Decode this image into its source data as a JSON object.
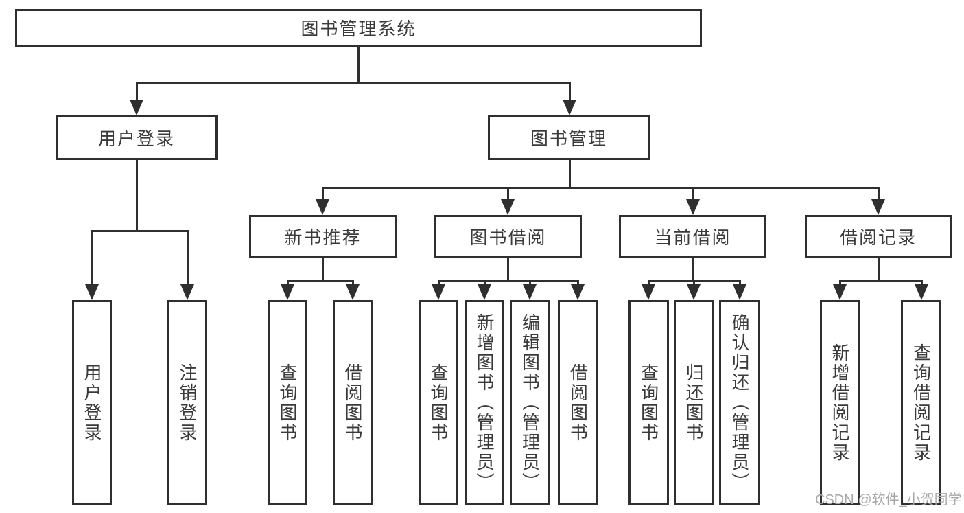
{
  "colors": {
    "line": "#2f2f2f",
    "border": "#2f2f2f",
    "text": "#3a3a3a",
    "watermark": "#a8a8a8",
    "background": "#ffffff"
  },
  "watermark": {
    "text": "CSDN @软件_小贺同学"
  },
  "tree": {
    "label": "图书管理系统",
    "children": [
      {
        "label": "用户登录",
        "children": [
          {
            "label": "用户登录"
          },
          {
            "label": "注销登录"
          }
        ]
      },
      {
        "label": "图书管理",
        "children": [
          {
            "label": "新书推荐",
            "children": [
              {
                "label": "查询图书"
              },
              {
                "label": "借阅图书"
              }
            ]
          },
          {
            "label": "图书借阅",
            "children": [
              {
                "label": "查询图书"
              },
              {
                "label": "新增图书（管理员）"
              },
              {
                "label": "编辑图书（管理员）"
              },
              {
                "label": "借阅图书"
              }
            ]
          },
          {
            "label": "当前借阅",
            "children": [
              {
                "label": "查询图书"
              },
              {
                "label": "归还图书"
              },
              {
                "label": "确认归还（管理员）"
              }
            ]
          },
          {
            "label": "借阅记录",
            "children": [
              {
                "label": "新增借阅记录"
              },
              {
                "label": "查询借阅记录"
              }
            ]
          }
        ]
      }
    ]
  }
}
